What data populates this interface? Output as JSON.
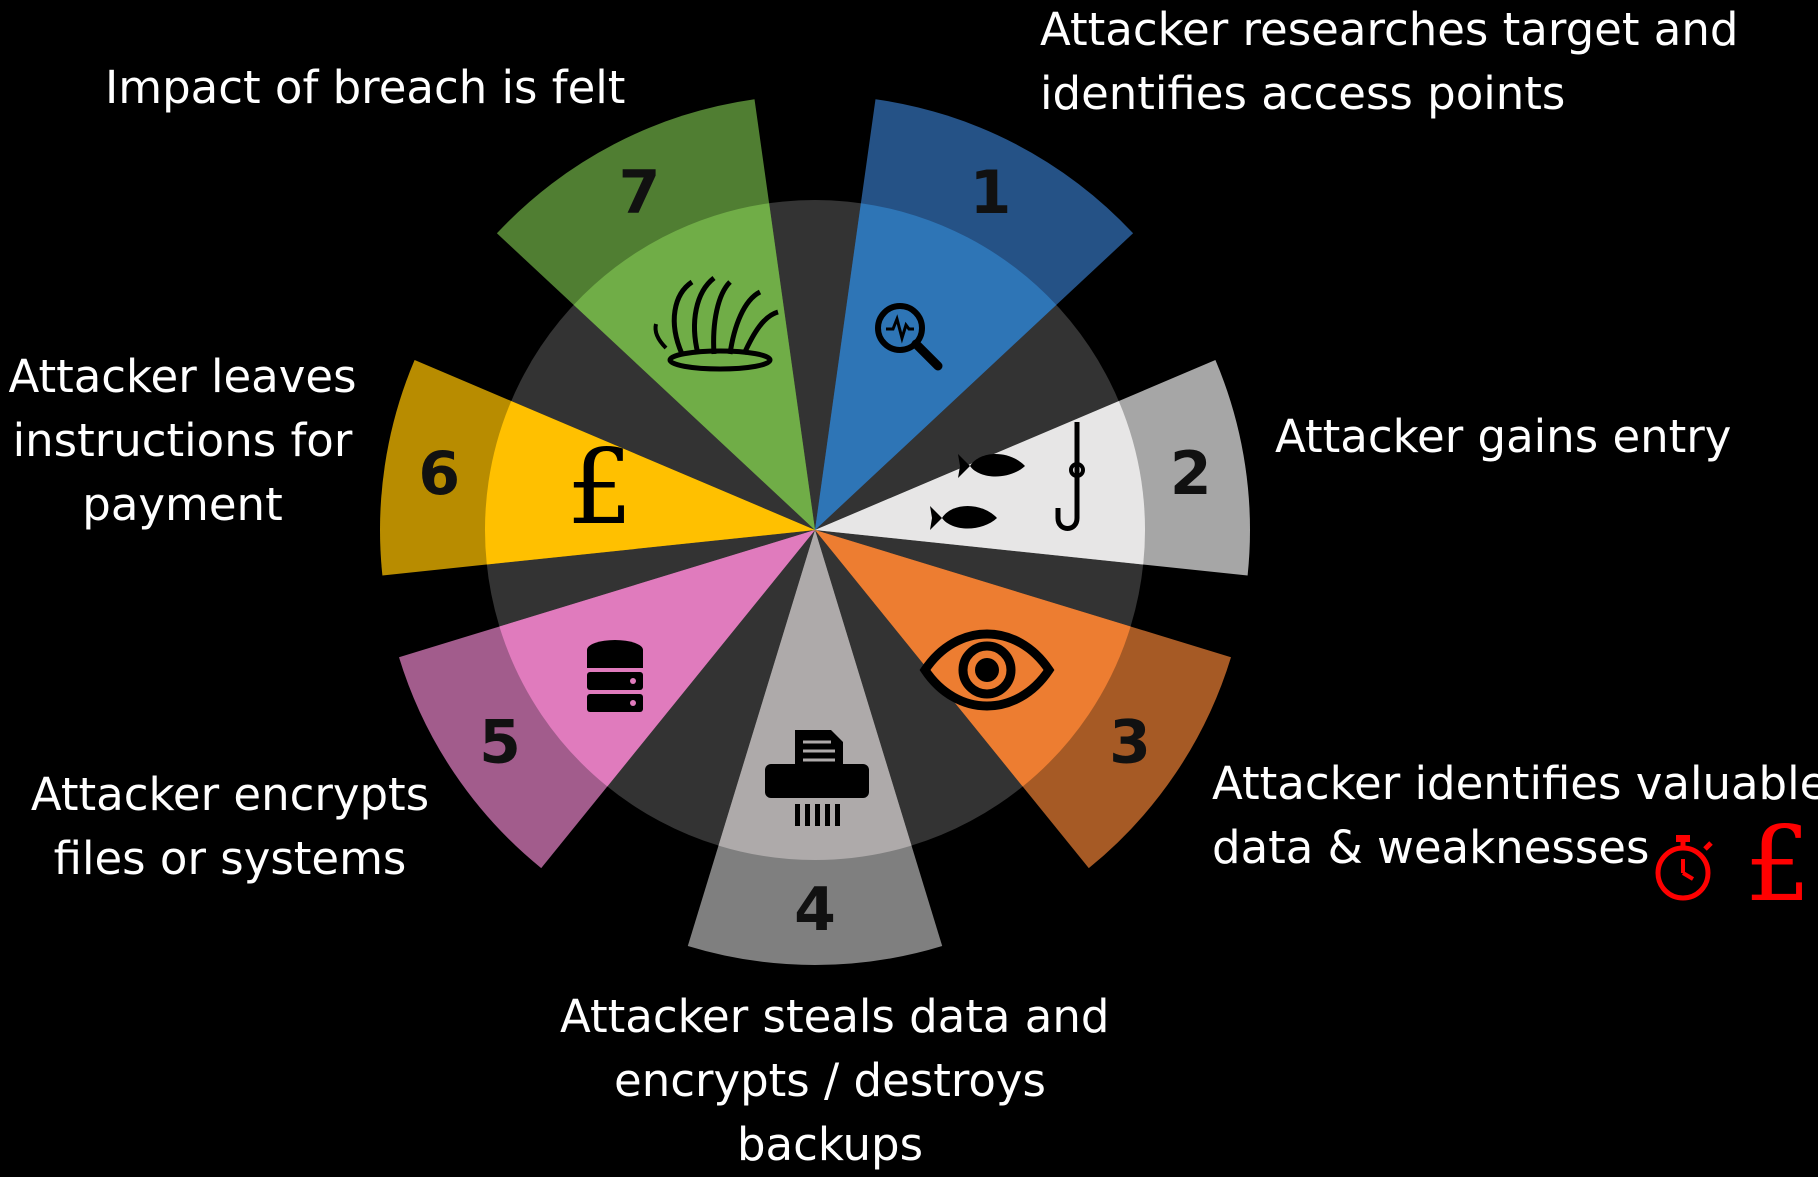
{
  "stages": [
    {
      "number": "1",
      "label_lines": [
        "Attacker researches target and",
        "identifies access points"
      ],
      "icon": "magnifier-pulse-icon",
      "outer_color": "#255286",
      "inner_color": "#2e75b6"
    },
    {
      "number": "2",
      "label_lines": [
        "Attacker gains entry"
      ],
      "icon": "fish-hook-icon",
      "outer_color": "#a6a6a6",
      "inner_color": "#e7e6e6"
    },
    {
      "number": "3",
      "label_lines": [
        "Attacker identifies valuable",
        "data & weaknesses"
      ],
      "icon": "eye-icon",
      "outer_color": "#a65a25",
      "inner_color": "#ed7d31"
    },
    {
      "number": "4",
      "label_lines": [
        "Attacker steals data and",
        "encrypts / destroys",
        "backups"
      ],
      "icon": "shredder-icon",
      "outer_color": "#7f7f7f",
      "inner_color": "#aeaaaa"
    },
    {
      "number": "5",
      "label_lines": [
        "Attacker encrypts",
        "files or systems"
      ],
      "icon": "database-icon",
      "outer_color": "#a25c8c",
      "inner_color": "#e07bbd"
    },
    {
      "number": "6",
      "label_lines": [
        "Attacker leaves",
        "instructions for",
        "payment"
      ],
      "icon": "pound-icon",
      "outer_color": "#b88c00",
      "inner_color": "#ffc000"
    },
    {
      "number": "7",
      "label_lines": [
        "Impact of breach is felt"
      ],
      "icon": "splash-icon",
      "outer_color": "#507e32",
      "inner_color": "#70ad47"
    }
  ],
  "extra_icons": {
    "stopwatch": "stopwatch-icon",
    "pound": "pound-icon",
    "color": "#ff0000",
    "pound_glyph": "£"
  },
  "center_color": "#333333"
}
